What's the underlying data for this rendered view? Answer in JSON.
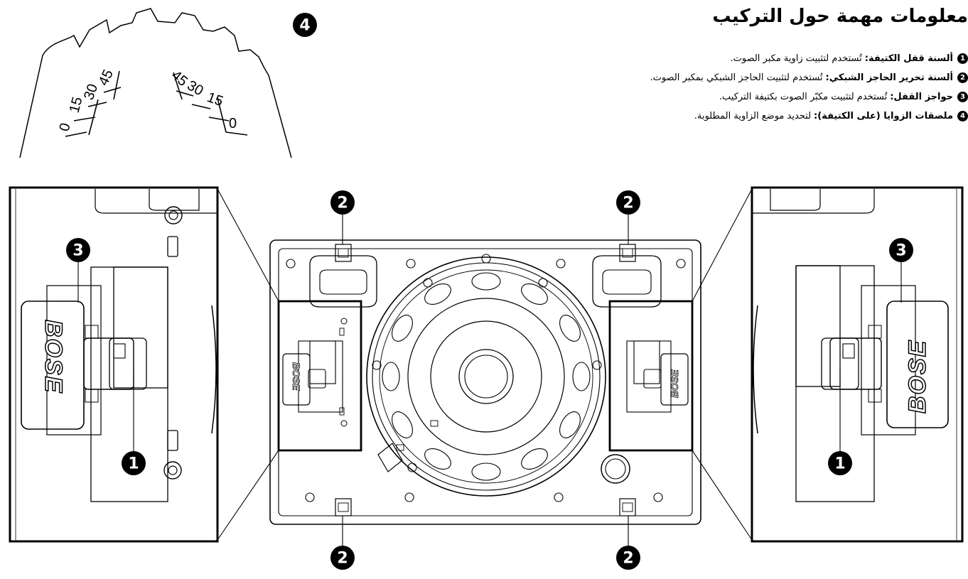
{
  "title": "معلومات مهمة حول التركيب",
  "legend": [
    {
      "num": "1",
      "term": "ألسنة قفل الكتيفة:",
      "desc": "تُستخدم لتثبيت زاوية مكبر الصوت."
    },
    {
      "num": "2",
      "term": "ألسنة تحرير الحاجز الشبكي:",
      "desc": "تُستخدم لتثبيت الحاجز الشبكي بمكبر الصوت."
    },
    {
      "num": "3",
      "term": "حواجز القفل:",
      "desc": "تُستخدم لتثبيت مكبّر الصوت بكتيفة التركيب."
    },
    {
      "num": "4",
      "term": "ملصقات الزوايا (على الكتيفة):",
      "desc": "لتحديد موضع الزاوية المطلوبة."
    }
  ],
  "callouts": {
    "one": "1",
    "two": "2",
    "three": "3",
    "four": "4"
  },
  "angle_labels": {
    "a0": "0",
    "a15": "15",
    "a30": "30",
    "a45": "45"
  },
  "brand": "BOSE"
}
